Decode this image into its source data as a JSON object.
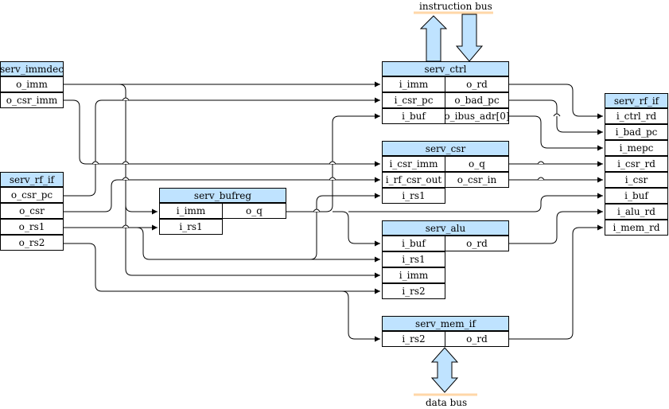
{
  "bus_labels": {
    "instruction": "instruction bus",
    "data": "data bus"
  },
  "blocks": {
    "immdec": {
      "title": "serv_immdec",
      "ports": [
        "o_imm",
        "o_csr_imm"
      ]
    },
    "rfif_left": {
      "title": "serv_rf_if",
      "ports": [
        "o_csr_pc",
        "o_csr",
        "o_rs1",
        "o_rs2"
      ]
    },
    "bufreg": {
      "title": "serv_bufreg",
      "in_ports": [
        "i_imm",
        "i_rs1"
      ],
      "out_ports": [
        "o_q"
      ]
    },
    "ctrl": {
      "title": "serv_ctrl",
      "in_ports": [
        "i_imm",
        "i_csr_pc",
        "i_buf"
      ],
      "out_ports": [
        "o_rd",
        "o_bad_pc",
        "o_ibus_adr[0]"
      ]
    },
    "csr": {
      "title": "serv_csr",
      "in_ports": [
        "i_csr_imm",
        "i_rf_csr_out",
        "i_rs1"
      ],
      "out_ports": [
        "o_q",
        "o_csr_in"
      ]
    },
    "alu": {
      "title": "serv_alu",
      "in_ports": [
        "i_buf",
        "i_rs1",
        "i_imm",
        "i_rs2"
      ],
      "out_ports": [
        "o_rd"
      ]
    },
    "memif": {
      "title": "serv_mem_if",
      "in_ports": [
        "i_rs2"
      ],
      "out_ports": [
        "o_rd"
      ]
    },
    "rfif_right": {
      "title": "serv_rf_if",
      "ports": [
        "i_ctrl_rd",
        "i_bad_pc",
        "i_mepc",
        "i_csr_rd",
        "i_csr",
        "i_buf",
        "i_alu_rd",
        "i_mem_rd"
      ]
    }
  },
  "colors": {
    "header_fill": "#bfe3ff",
    "arrow_fill": "#bfe3ff",
    "bus_line": "#ffd7a8",
    "line": "#000000"
  }
}
